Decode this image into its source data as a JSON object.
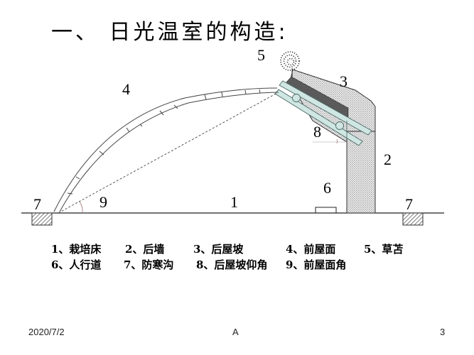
{
  "slide": {
    "title": "一、 日光温室的构造:",
    "footer": {
      "date": "2020/7/2",
      "center": "A",
      "page": "3"
    }
  },
  "diagram": {
    "labels": {
      "n1": "1",
      "n2": "2",
      "n3": "3",
      "n4": "4",
      "n5": "5",
      "n6": "6",
      "n7_left": "7",
      "n7_right": "7",
      "n8": "8",
      "n9": "9"
    },
    "colors": {
      "line": "#333333",
      "glass": "#cfe6e2",
      "glass_stroke": "#4a6a66",
      "wall_fill": "#e4e4e4",
      "dark_band": "#555555",
      "trench_fill": "#bbbbbb",
      "angle_arc": "#a88080"
    }
  },
  "legend": {
    "rows": [
      [
        {
          "text": "1、栽培床"
        },
        {
          "text": "2、后墙"
        },
        {
          "text": "3、后屋坡"
        },
        {
          "text": "4、前屋面"
        },
        {
          "text": "5、草苫"
        }
      ],
      [
        {
          "text": "6、人行道"
        },
        {
          "text": "7、防寒沟"
        },
        {
          "text": "8、后屋坡仰角"
        },
        {
          "text": "9、前屋面角"
        }
      ]
    ]
  }
}
